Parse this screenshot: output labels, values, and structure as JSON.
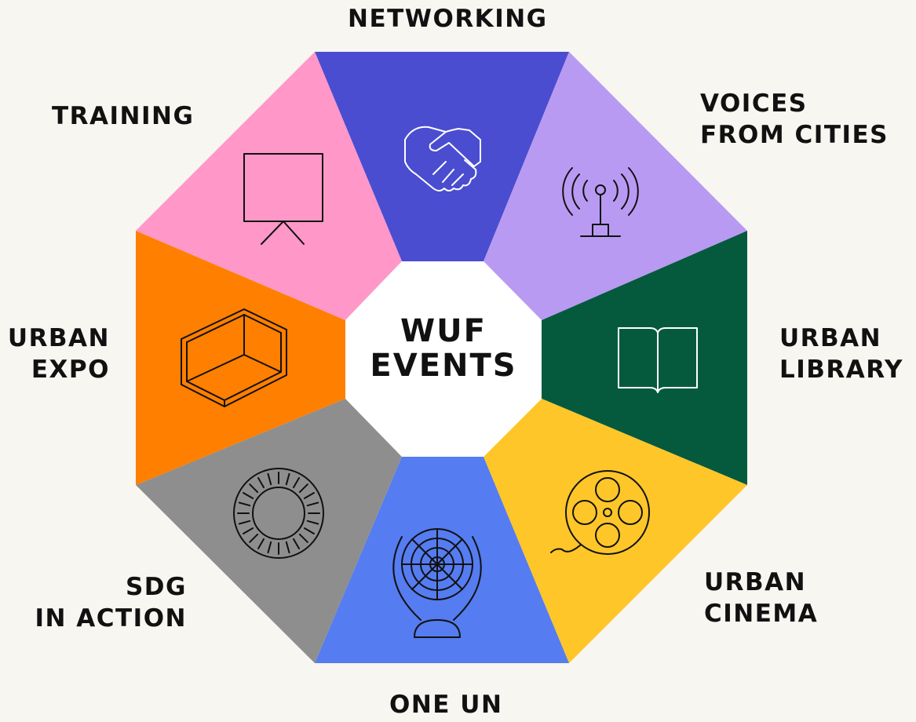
{
  "center": {
    "line1": "WUF",
    "line2": "EVENTS"
  },
  "segments": [
    {
      "key": "networking",
      "lines": [
        "NETWORKING"
      ],
      "color": "#4a4dd0",
      "icon": "handshake-icon"
    },
    {
      "key": "voices",
      "lines": [
        "VOICES",
        "FROM CITIES"
      ],
      "color": "#b99af2",
      "icon": "broadcast-tower-icon"
    },
    {
      "key": "library",
      "lines": [
        "URBAN",
        "LIBRARY"
      ],
      "color": "#055a3e",
      "icon": "open-book-icon"
    },
    {
      "key": "cinema",
      "lines": [
        "URBAN",
        "CINEMA"
      ],
      "color": "#ffc629",
      "icon": "film-reel-icon"
    },
    {
      "key": "oneun",
      "lines": [
        "ONE UN"
      ],
      "color": "#557cf0",
      "icon": "un-emblem-icon"
    },
    {
      "key": "sdg",
      "lines": [
        "SDG",
        "IN ACTION"
      ],
      "color": "#8e8e8e",
      "icon": "sdg-wheel-icon"
    },
    {
      "key": "expo",
      "lines": [
        "URBAN",
        "EXPO"
      ],
      "color": "#ff7f00",
      "icon": "expo-booth-icon"
    },
    {
      "key": "training",
      "lines": [
        "TRAINING"
      ],
      "color": "#ff97c8",
      "icon": "presentation-board-icon"
    }
  ]
}
